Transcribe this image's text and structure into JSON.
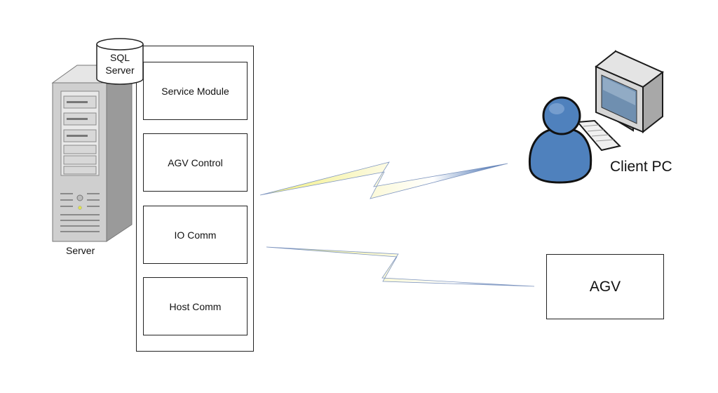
{
  "server": {
    "label": "Server"
  },
  "database": {
    "label_line1": "SQL",
    "label_line2": "Server"
  },
  "modules": [
    {
      "label": "Service Module"
    },
    {
      "label": "AGV Control"
    },
    {
      "label": "IO Comm"
    },
    {
      "label": "Host Comm"
    }
  ],
  "client": {
    "label": "Client PC"
  },
  "agv": {
    "label": "AGV"
  },
  "colors": {
    "stroke": "#222222",
    "person_fill": "#4f81bd",
    "person_outline": "#1f3b5c",
    "link_start": "#f3f07a",
    "link_end": "#2f5fa8",
    "server_body": "#c9c9c9",
    "server_shadow": "#8f8f8f"
  },
  "icons": [
    "server-icon",
    "database-icon",
    "user-icon",
    "monitor-icon",
    "keyboard-icon",
    "wireless-link-icon"
  ]
}
